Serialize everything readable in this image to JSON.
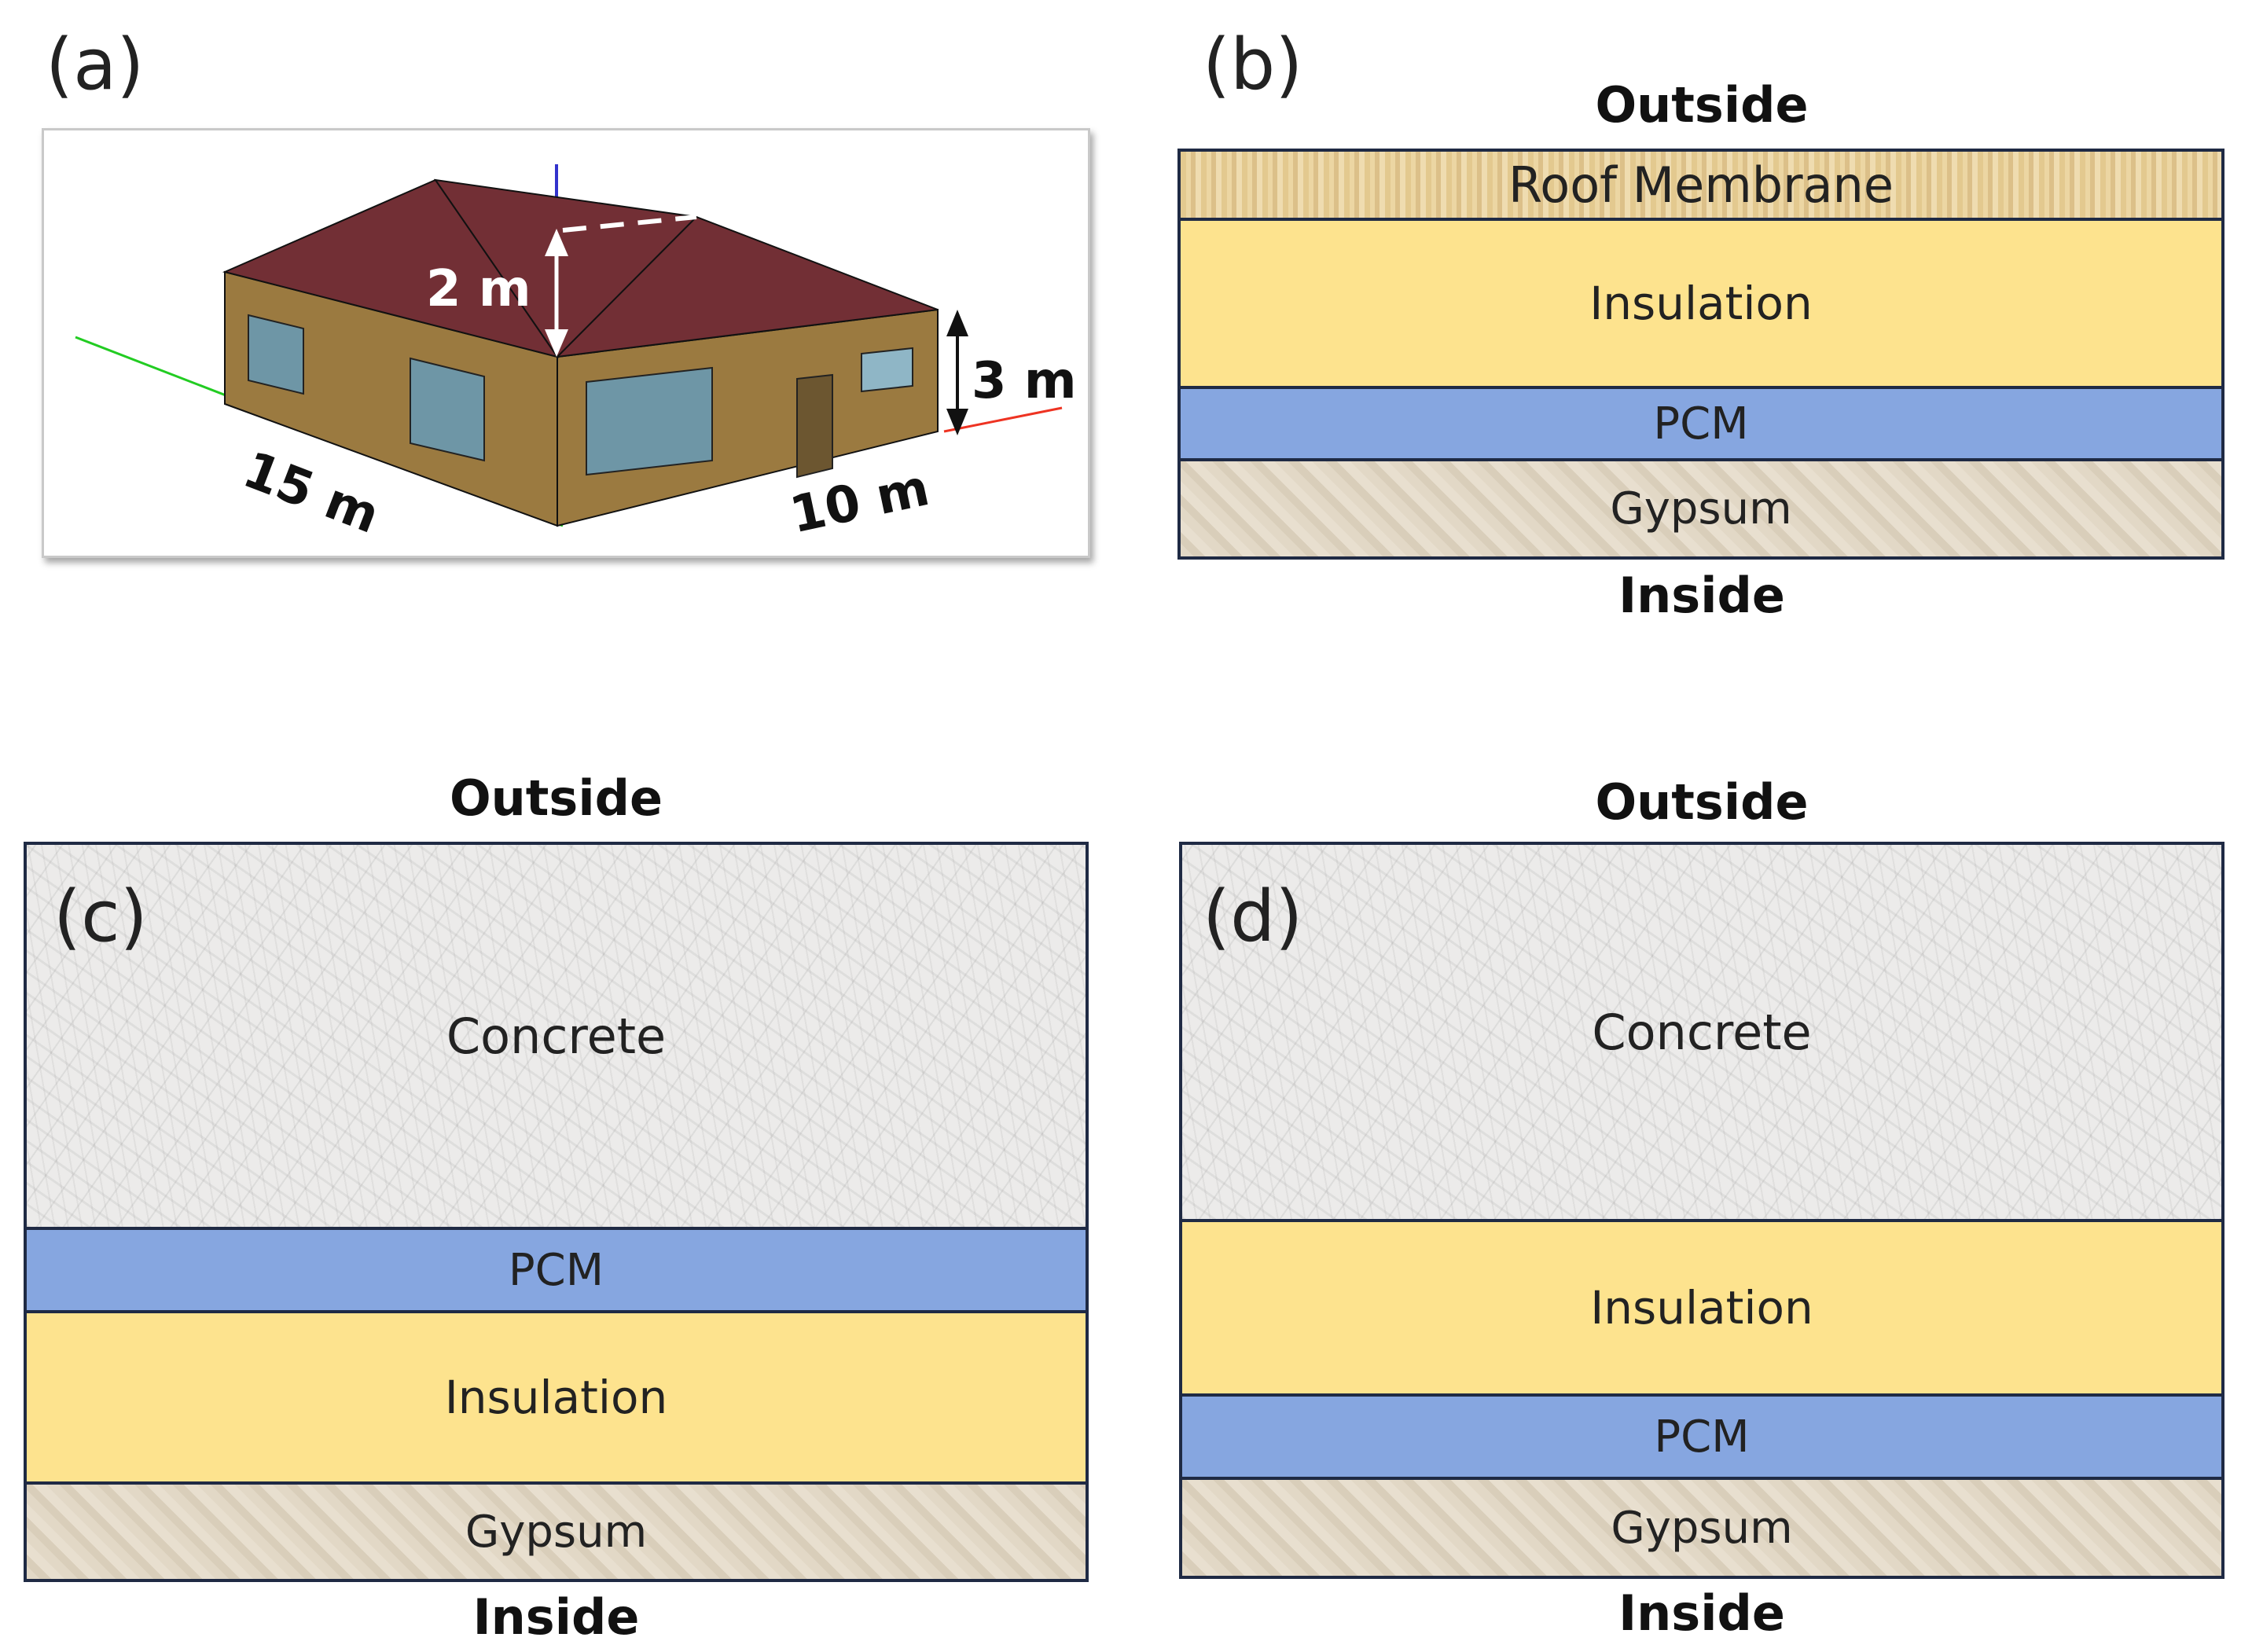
{
  "panels": {
    "a": {
      "letter": "(a)",
      "dims": {
        "roof_height": "2 m",
        "wall_height": "3 m",
        "length": "15 m",
        "width": "10 m"
      },
      "colors": {
        "roof": "#722f35",
        "walls": "#9b7a40",
        "windows": "#6e96a6",
        "door": "#6c5630"
      }
    },
    "b": {
      "letter": "(b)",
      "outside": "Outside",
      "inside": "Inside",
      "layers": [
        "Roof Membrane",
        "Insulation",
        "PCM",
        "Gypsum"
      ]
    },
    "c": {
      "letter": "(c)",
      "outside": "Outside",
      "inside": "Inside",
      "layers": [
        "Concrete",
        "PCM",
        "Insulation",
        "Gypsum"
      ]
    },
    "d": {
      "letter": "(d)",
      "outside": "Outside",
      "inside": "Inside",
      "layers": [
        "Concrete",
        "Insulation",
        "PCM",
        "Gypsum"
      ]
    }
  },
  "colors": {
    "roof_membrane": "#e6cc94",
    "insulation": "#fde38e",
    "pcm": "#86a6e0",
    "gypsum": "#e0d6c4",
    "concrete": "#ecebea",
    "border": "#1f2a44"
  }
}
